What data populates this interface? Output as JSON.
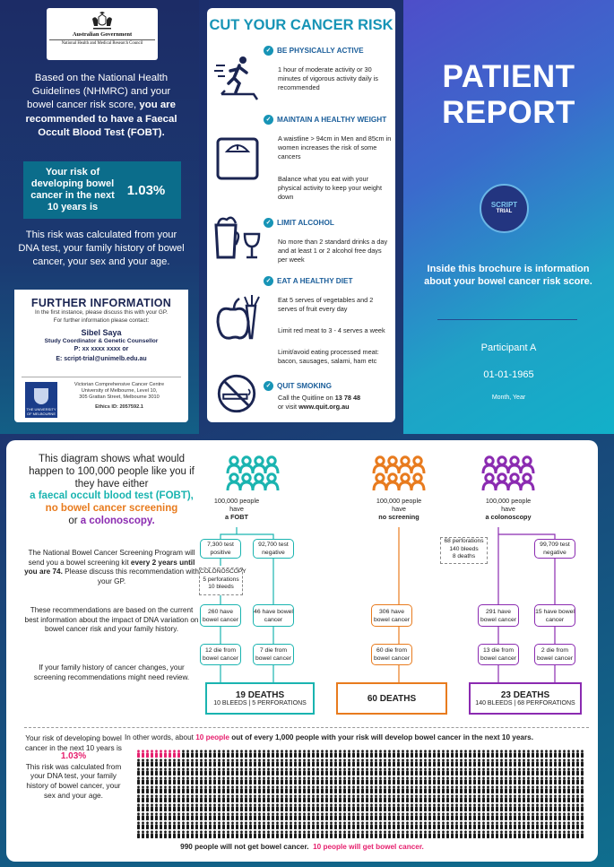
{
  "gov": {
    "l1": "Australian Government",
    "l2": "National Health and Medical Research Council"
  },
  "left": {
    "intro_plain": "Based on the National Health Guidelines (NHMRC) and your bowel cancer risk score,",
    "intro_bold": "you are recommended to have a Faecal Occult Blood Test (FOBT).",
    "risk_label": "Your risk of developing bowel cancer in the next 10 years is",
    "risk_value": "1.03%",
    "calc": "This risk was calculated from your DNA test, your family history of bowel cancer, your sex and your age."
  },
  "further": {
    "title": "FURTHER INFORMATION",
    "l1": "In the first instance, please discuss this with your GP.",
    "l2": "For further information please contact:",
    "name": "Sibel Saya",
    "role": "Study Coordinator & Genetic Counsellor",
    "phone": "P: xx xxxx xxxx or",
    "email": "E: script-trial@unimelb.edu.au",
    "crest": "THE UNIVERSITY OF MELBOURNE",
    "addr1": "Victorian Comprehensive Cancer Centre",
    "addr2": "University of Melbourne, Level 10,",
    "addr3": "305 Grattan Street, Melbourne 3010",
    "ethics": "Ethics ID: 2057592.1"
  },
  "cut": {
    "title": "CUT YOUR CANCER RISK",
    "s1_head": "BE PHYSICALLY ACTIVE",
    "s1_t1": "1 hour of moderate activity or 30 minutes  of vigorous activity daily is recommended",
    "s2_head": "MAINTAIN A HEALTHY WEIGHT",
    "s2_t1": "A waistline > 94cm in Men and 85cm in women increases the risk of some cancers",
    "s2_t2": "Balance what you eat with your physical activity to keep your weight down",
    "s3_head": "LIMIT ALCOHOL",
    "s3_t1": "No more than 2 standard drinks a day and at least 1 or 2 alcohol free days per week",
    "s4_head": "EAT A HEALTHY DIET",
    "s4_t1": "Eat 5 serves of vegetables and 2 serves of fruit every day",
    "s4_t2": "Limit red meat to 3 - 4 serves a week",
    "s4_t3": "Limit/avoid eating processed meat: bacon, sausages, salami, ham etc",
    "s5_head": "QUIT SMOKING",
    "s5_t1a": "Call the Quitline on ",
    "s5_t1b": "13 78 48",
    "s5_t1c": "or visit ",
    "s5_t1d": "www.quit.org.au"
  },
  "report": {
    "title1": "PATIENT",
    "title2": "REPORT",
    "badge1": "SCRIPT",
    "badge2": "TRIAL",
    "inside": "Inside this brochure is information about your bowel cancer risk score.",
    "participant": "Participant A",
    "dob": "01-01-1965",
    "my": "Month, Year"
  },
  "diagram": {
    "i1": "This diagram shows what would happen to 100,000 people like you if they have either",
    "i2": "a faecal occult blood test (FOBT),",
    "i3": "no bowel cancer screening",
    "i4": "or",
    "i5": "a colonoscopy.",
    "p1a": "The National Bowel Cancer Screening Program will send you a bowel screening kit ",
    "p1b": "every 2 years until you are 74.",
    "p1c": " Please discuss this recommendation with your GP.",
    "p2": "These recommendations are based on the current best information about the impact of DNA variation on bowel cancer risk and  your family history.",
    "p3": "If your family history of cancer changes, your screening recommendations might need review.",
    "fobt": {
      "h1": "100,000 people",
      "h2": "have",
      "h3": "a FOBT",
      "pos": "7,300 test positive",
      "neg": "92,700 test negative",
      "col1": "COLONOSCOPY",
      "col2": "5 perforations",
      "col3": "10 bleeds",
      "have1": "260 have bowel cancer",
      "have2": "46 have bowel cancer",
      "die1": "12 die from bowel cancer",
      "die2": "7 die from bowel cancer",
      "deaths": "19 DEATHS",
      "detail": "10 BLEEDS  |  5 PERFORATIONS"
    },
    "none": {
      "h1": "100,000 people",
      "h2": "have",
      "h3": "no screening",
      "have": "306 have bowel cancer",
      "die": "60 die from bowel cancer",
      "deaths": "60 DEATHS"
    },
    "colo": {
      "h1": "100,000 people",
      "h2": "have",
      "h3": "a colonoscopy",
      "comp1": "68 perforations",
      "comp2": "140 bleeds",
      "comp3": "8 deaths",
      "neg": "99,709 test negative",
      "have1": "291 have bowel cancer",
      "have2": "15 have bowel cancer",
      "die1": "13 die from bowel cancer",
      "die2": "2 die from bowel cancer",
      "deaths": "23 DEATHS",
      "detail": "140 BLEEDS  |  68 PERFORATIONS"
    }
  },
  "summary": {
    "r1": "Your risk of developing bowel cancer in the next 10 years is",
    "pct": "1.03%",
    "r2": "This risk was calculated from your DNA test, your family history of bowel cancer, your sex and your age.",
    "iow1": "In other words, about ",
    "iow2": "10 people",
    "iow3": " out of every 1,000 people with your risk will develop bowel cancer in the next 10 years.",
    "foot1": "990 people will not get bowel cancer.",
    "foot2": "10 people will get bowel cancer.",
    "total": 1000,
    "affected": 10
  },
  "colors": {
    "teal": "#1ab4b0",
    "orange": "#e87b1e",
    "purple": "#8b2bb1",
    "pink": "#e6206e",
    "navy": "#1b2d6b"
  }
}
